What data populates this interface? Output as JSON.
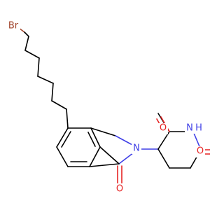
{
  "atoms": {
    "bromine": {
      "text": "Br",
      "color": "#a0432a"
    },
    "isoindolinone_n": {
      "text": "N",
      "color": "#3f3fe6"
    },
    "lactam_o": {
      "text": "O",
      "color": "#e62424"
    },
    "imide_nh": {
      "text": "N",
      "color": "#3f3fe6"
    },
    "imide_h": {
      "text": "H",
      "color": "#3f3fe6"
    },
    "imide_o_left": {
      "text": "O",
      "color": "#e62424"
    },
    "imide_o_right": {
      "text": "O",
      "color": "#e62424"
    }
  },
  "colors": {
    "carbon_bond": "#000000",
    "background": "#ffffff"
  }
}
